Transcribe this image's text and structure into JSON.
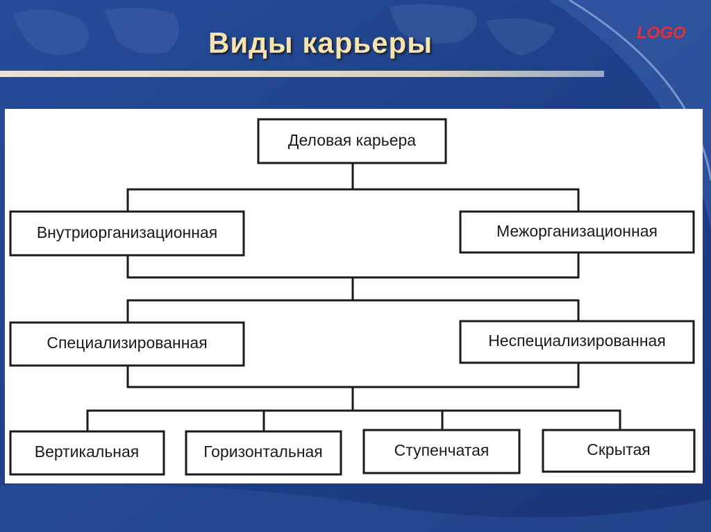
{
  "slide": {
    "title": "Виды карьеры",
    "logo": "LOGO"
  },
  "colors": {
    "background": "#1e3f86",
    "title": "#f4e4b0",
    "logo": "#e0303a",
    "panel": "#ffffff"
  },
  "diagram": {
    "root": "Деловая карьера",
    "level1": [
      "Внутриорганизационная",
      "Межорганизационная"
    ],
    "level2": [
      "Специализированная",
      "Неспециализированная"
    ],
    "level3": [
      "Вертикальная",
      "Горизонтальная",
      "Ступенчатая",
      "Скрытая"
    ]
  }
}
